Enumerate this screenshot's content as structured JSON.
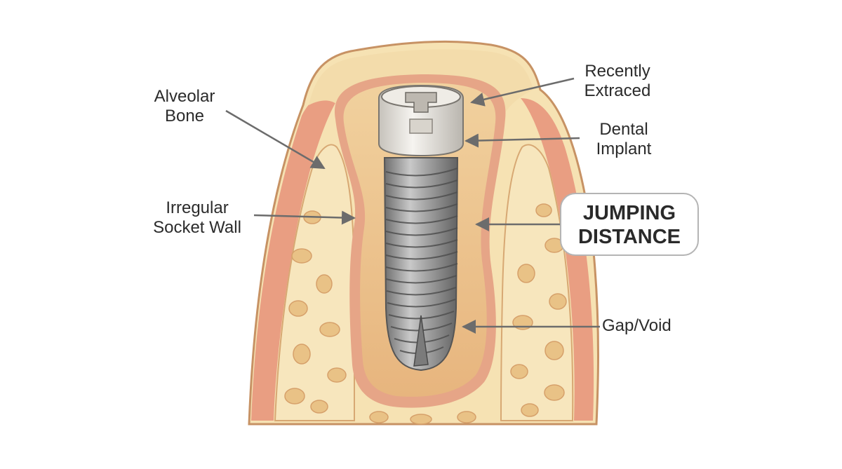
{
  "labels": {
    "alveolar_bone": [
      "Alveolar",
      "Bone"
    ],
    "irregular_socket_wall": [
      "Irregular",
      "Socket Wall"
    ],
    "recently_extraced": [
      "Recently",
      "Extraced"
    ],
    "dental_implant": [
      "Dental",
      "Implant"
    ],
    "jumping_distance": [
      "JUMPING",
      "DISTANCE"
    ],
    "gap_void": "Gap/Void"
  },
  "colors": {
    "bone_fill": "#f6e2b3",
    "bone_cortex": "#f0d29c",
    "gum_outer": "#e89a80",
    "gum_inner": "#f3b89b",
    "socket_fill": "#ecc48c",
    "socket_lining": "#e6a587",
    "cancellous_pore": "#e9c286",
    "implant_metal": "#9a9a9a",
    "implant_cap": "#e8e5df",
    "label_text": "#2b2b2b",
    "leader_line": "#6c6c6c",
    "callout_border": "#b4b4b4"
  }
}
